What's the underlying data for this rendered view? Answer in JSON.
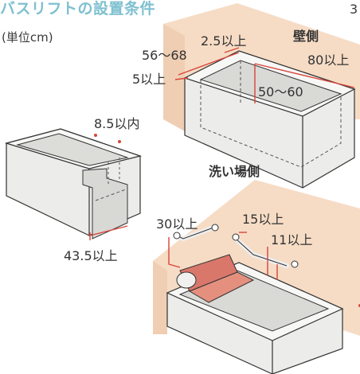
{
  "title": "バスリフトの設置条件",
  "unit_note": "(単位cm)",
  "corner_number": "3",
  "diagrams": {
    "top_right": {
      "labels": {
        "wall_side": "壁側",
        "wash_area_side": "洗い場側",
        "rim_width": "2.5以上",
        "length_range": "56〜68",
        "edge_gap": "5以上",
        "tub_length": "80以上",
        "depth_range": "50〜60"
      }
    },
    "left": {
      "labels": {
        "step_inside": "8.5以内",
        "width": "43.5以上"
      }
    },
    "bottom": {
      "labels": {
        "rail_left": "30以上",
        "rail_mid": "15以上",
        "rail_right": "11以上"
      }
    }
  },
  "colors": {
    "accent_red": "#d8453a",
    "title_blue": "#7ec0d0",
    "wall_beige": "#f6dcc5",
    "tub_gray": "#ececea",
    "outline": "#333333",
    "cushion": "#d9776a"
  }
}
